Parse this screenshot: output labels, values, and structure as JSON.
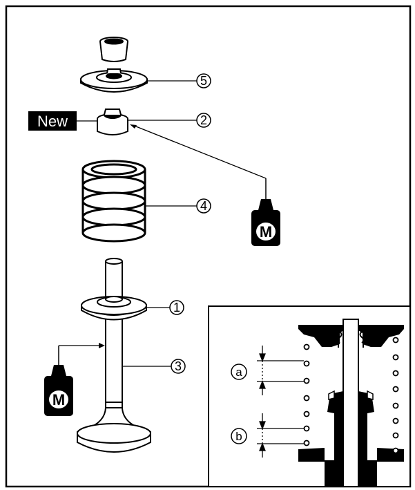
{
  "callouts": {
    "c1": "1",
    "c2": "2",
    "c3": "3",
    "c4": "4",
    "c5": "5"
  },
  "new_badge": "New",
  "oil_symbol": "M",
  "detail": {
    "dim_a": "a",
    "dim_b": "b"
  },
  "colors": {
    "ink": "#000000",
    "paper": "#ffffff"
  }
}
